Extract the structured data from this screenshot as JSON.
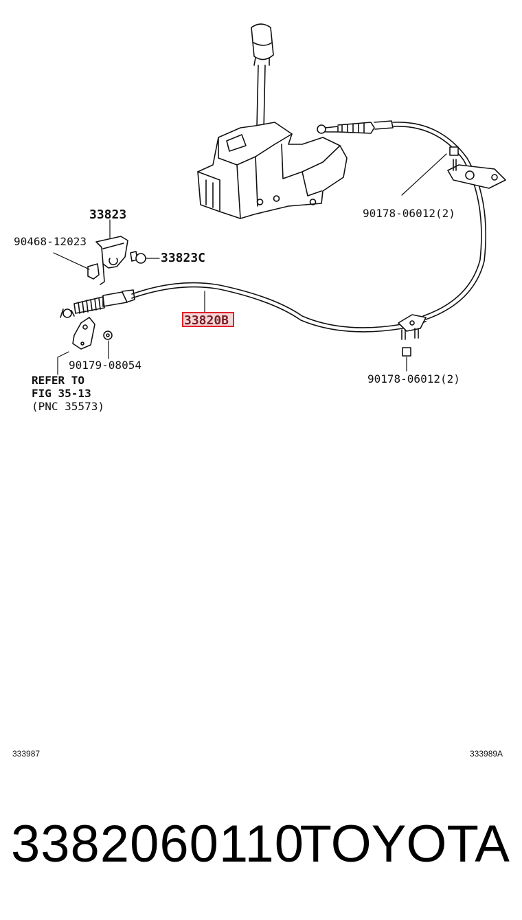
{
  "diagram": {
    "labels": {
      "bracket": "33823",
      "clip": "90468-12023",
      "bolt": "33823C",
      "cable": "33820B",
      "nut_left": "90179-08054",
      "nut_top_right": "90178-06012(2)",
      "nut_bottom_right": "90178-06012(2)",
      "refer_line1": "REFER TO",
      "refer_line2": "FIG 35-13",
      "refer_line3": "(PNC 35573)"
    },
    "fig_left": "333987",
    "fig_right": "333989A",
    "highlight_color": "#e0202a"
  },
  "footer": {
    "part_number": "3382060110",
    "brand": "TOYOTA"
  }
}
